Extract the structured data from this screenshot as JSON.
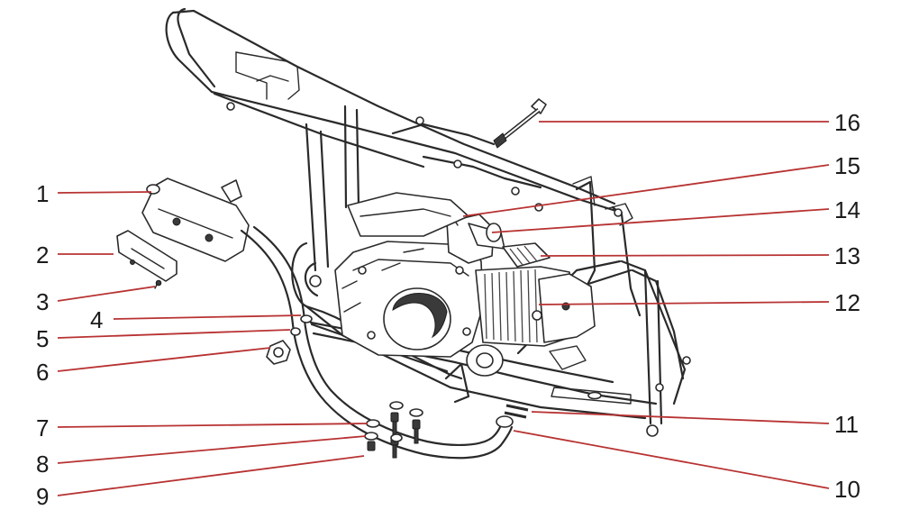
{
  "diagram": {
    "leader_color": "#b83232",
    "callouts": [
      {
        "id": "1",
        "label": "1"
      },
      {
        "id": "2",
        "label": "2"
      },
      {
        "id": "3",
        "label": "3"
      },
      {
        "id": "4",
        "label": "4"
      },
      {
        "id": "5",
        "label": "5"
      },
      {
        "id": "6",
        "label": "6"
      },
      {
        "id": "7",
        "label": "7"
      },
      {
        "id": "8",
        "label": "8"
      },
      {
        "id": "9",
        "label": "9"
      },
      {
        "id": "10",
        "label": "10"
      },
      {
        "id": "11",
        "label": "11"
      },
      {
        "id": "12",
        "label": "12"
      },
      {
        "id": "13",
        "label": "13"
      },
      {
        "id": "14",
        "label": "14"
      },
      {
        "id": "15",
        "label": "15"
      },
      {
        "id": "16",
        "label": "16"
      }
    ]
  }
}
